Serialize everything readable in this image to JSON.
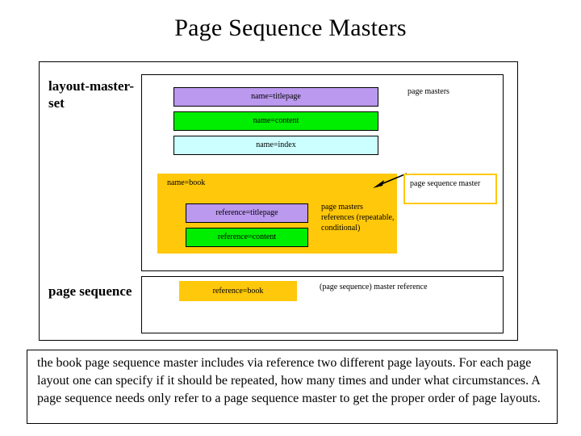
{
  "slide": {
    "title": "Page Sequence Masters"
  },
  "rows": {
    "layout_master_set_label": "layout-master-set",
    "page_sequence_label": "page sequence"
  },
  "page_masters": {
    "annotation": "page masters",
    "bars": [
      {
        "label": "name=titlepage",
        "color": "#bb99ee"
      },
      {
        "label": "name=content",
        "color": "#00ee00"
      },
      {
        "label": "name=index",
        "color": "#ccffff"
      }
    ]
  },
  "page_sequence_master": {
    "name_label": "name=book",
    "block_color": "#ffc80a",
    "references": [
      {
        "label": "reference=titlepage",
        "color": "#bb99ee"
      },
      {
        "label": "reference=content",
        "color": "#00ee00"
      }
    ],
    "references_annotation": "page masters references (repeatable, conditional)",
    "callout_text": "page sequence master"
  },
  "page_sequence": {
    "reference": {
      "label": "reference=book",
      "color": "#ffc80a"
    },
    "annotation": "(page sequence) master reference"
  },
  "caption": {
    "text": "the book page sequence master includes via reference two different page layouts. For each page layout one can specify if it should be repeated, how many times and under what circumstances. A page sequence needs only refer to a page sequence master to get the proper order of page layouts."
  }
}
